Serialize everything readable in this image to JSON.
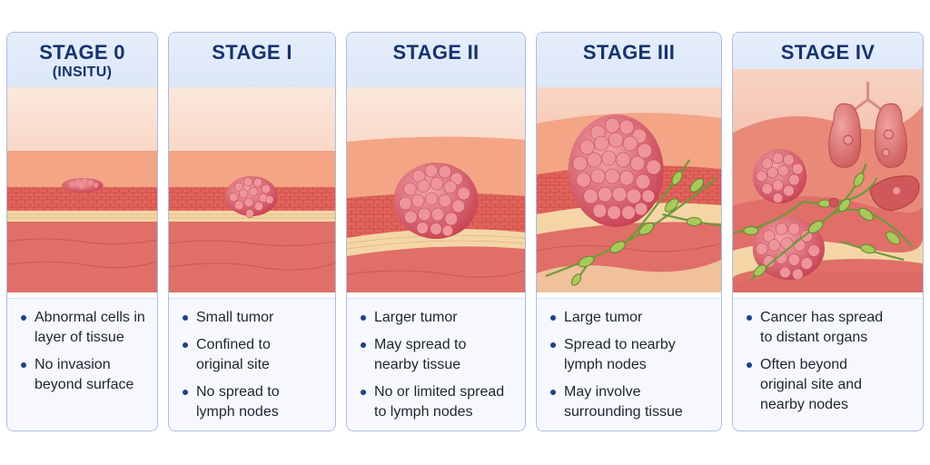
{
  "stages": [
    {
      "title": "STAGE 0",
      "subtitle": "(INSITU)",
      "bullets": [
        "Abnormal cells in\nlayer of tissue",
        "No invasion\nbeyond surface"
      ]
    },
    {
      "title": "STAGE I",
      "subtitle": "",
      "bullets": [
        "Small tumor",
        "Confined to\noriginal site",
        "No spread to\nlymph nodes"
      ]
    },
    {
      "title": "STAGE II",
      "subtitle": "",
      "bullets": [
        "Larger tumor",
        "May spread to\nnearby tissue",
        "No or limited spread\nto lymph nodes"
      ]
    },
    {
      "title": "STAGE III",
      "subtitle": "",
      "bullets": [
        "Large tumor",
        "Spread to nearby\nlymph nodes",
        "May involve\nsurrounding tissue"
      ]
    },
    {
      "title": "STAGE IV",
      "subtitle": "",
      "bullets": [
        "Cancer has spread\nto distant organs",
        "Often beyond\noriginal site and\nnearby nodes"
      ]
    }
  ],
  "colors": {
    "panel_border": "#a9bde3",
    "header_bg": "#dbe6f8",
    "title_text": "#16336e",
    "tumor": "#d2525a",
    "lymph": "#8db84a",
    "tissue": "#e8716a"
  }
}
